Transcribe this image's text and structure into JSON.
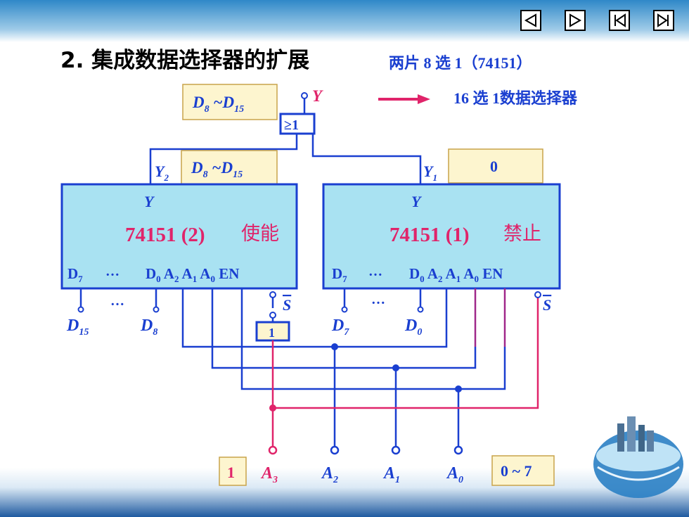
{
  "title": "2. 集成数据选择器的扩展",
  "subtitle": "两片 8 选 1（74151）",
  "result_label": "16 选 1数据选择器",
  "nav": [
    "first-page",
    "prev-page",
    "next-page",
    "last-page"
  ],
  "colors": {
    "wire_blue": "#1a3fd0",
    "wire_pink": "#e0246a",
    "chip_fill": "#a9e2f2",
    "label_fill": "#fdf5cf",
    "arrow": "#e0246a"
  },
  "top_output": {
    "box": "D8 ~D15",
    "y": "Y",
    "gate": "≥1"
  },
  "chip2": {
    "y_label": "Y2",
    "box": "D8 ~D15",
    "name": "74151 (2)",
    "state": "使能",
    "y": "Y",
    "pins": [
      "D7",
      "…",
      "D0",
      "A2",
      "A1",
      "A0",
      "EN"
    ],
    "inputs": [
      "D15",
      "D8"
    ],
    "inverter": "1",
    "s_label": "S"
  },
  "chip1": {
    "y_label": "Y1",
    "box": "0",
    "name": "74151 (1)",
    "state": "禁止",
    "y": "Y",
    "pins": [
      "D7",
      "…",
      "D0",
      "A2",
      "A1",
      "A0",
      "EN"
    ],
    "inputs": [
      "D7",
      "D0"
    ],
    "s_label": "S"
  },
  "address": {
    "a3_box": "1",
    "labels": [
      "A3",
      "A2",
      "A1",
      "A0"
    ],
    "range_box": "0 ~ 7"
  },
  "ellipsis": "…"
}
